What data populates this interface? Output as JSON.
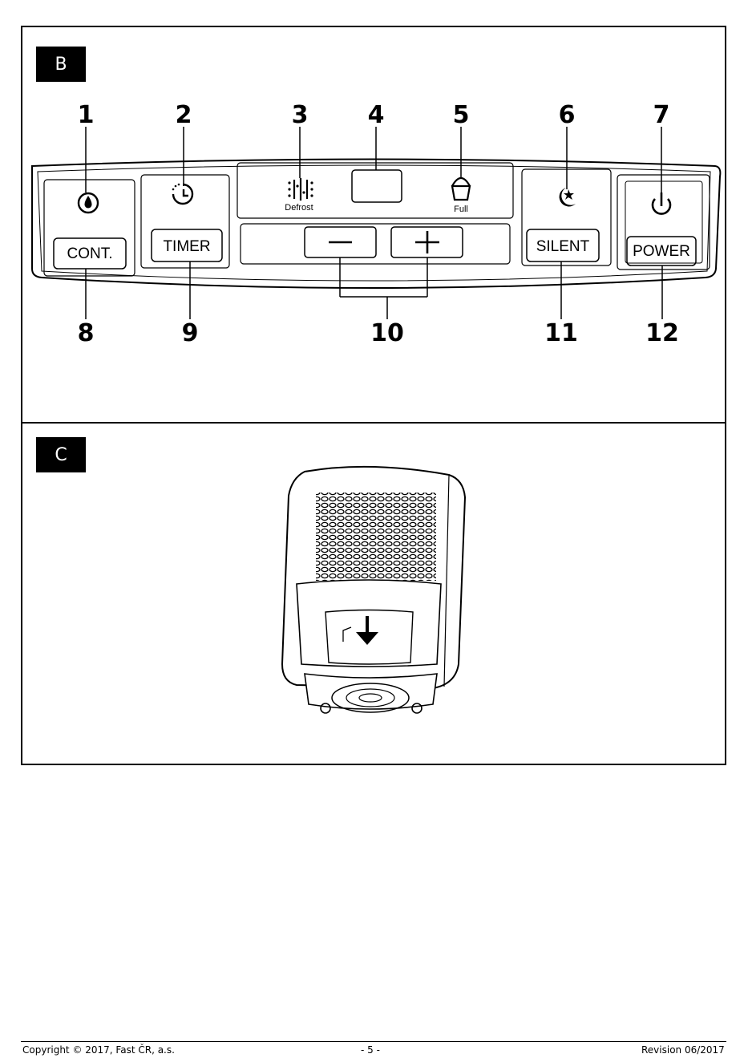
{
  "sections": {
    "b_label": "B",
    "c_label": "C"
  },
  "panel": {
    "callouts_top": [
      "1",
      "2",
      "3",
      "4",
      "5",
      "6",
      "7"
    ],
    "callouts_bottom": [
      "8",
      "9",
      "10",
      "11",
      "12"
    ],
    "buttons": {
      "cont": "CONT.",
      "timer": "TIMER",
      "minus": "−",
      "plus": "+",
      "silent": "SILENT",
      "power": "POWER"
    },
    "indicators": {
      "defrost": "Defrost",
      "full": "Full"
    },
    "icons": [
      "water-drop-icon",
      "timer-clock-icon",
      "defrost-icon",
      "display-window",
      "bucket-full-icon",
      "moon-star-icon",
      "power-icon"
    ]
  },
  "footer": {
    "copyright": "Copyright © 2017, Fast ČR, a.s.",
    "page": "- 5 -",
    "revision": "Revision 06/2017"
  }
}
